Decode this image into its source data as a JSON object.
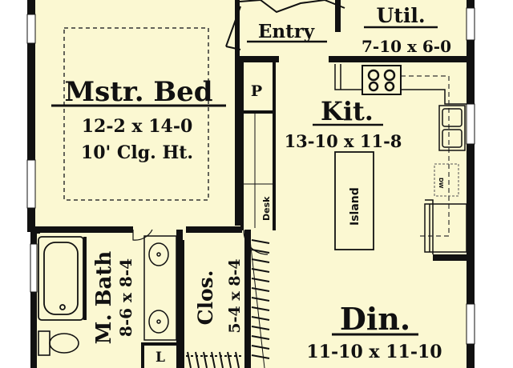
{
  "colors": {
    "floor": "#fbf8d2",
    "wall": "#111111",
    "background": "#ffffff"
  },
  "rooms": {
    "master_bed": {
      "name": "Mstr. Bed",
      "size": "12-2 x 14-0",
      "ceiling": "10' Clg. Ht."
    },
    "entry": {
      "name": "Entry"
    },
    "utility": {
      "name": "Util.",
      "size": "7-10 x 6-0"
    },
    "kitchen": {
      "name": "Kit.",
      "size": "13-10 x 11-8"
    },
    "pantry": {
      "label": "P"
    },
    "desk": {
      "label": "Desk"
    },
    "island": {
      "label": "Island"
    },
    "dishwasher": {
      "label": "DW"
    },
    "master_bath": {
      "name": "M. Bath",
      "size": "8-6 x 8-4"
    },
    "closet": {
      "name": "Clos.",
      "size": "5-4 x 8-4"
    },
    "linen": {
      "label": "L"
    },
    "dining": {
      "name": "Din.",
      "size": "11-10 x 11-10"
    }
  }
}
